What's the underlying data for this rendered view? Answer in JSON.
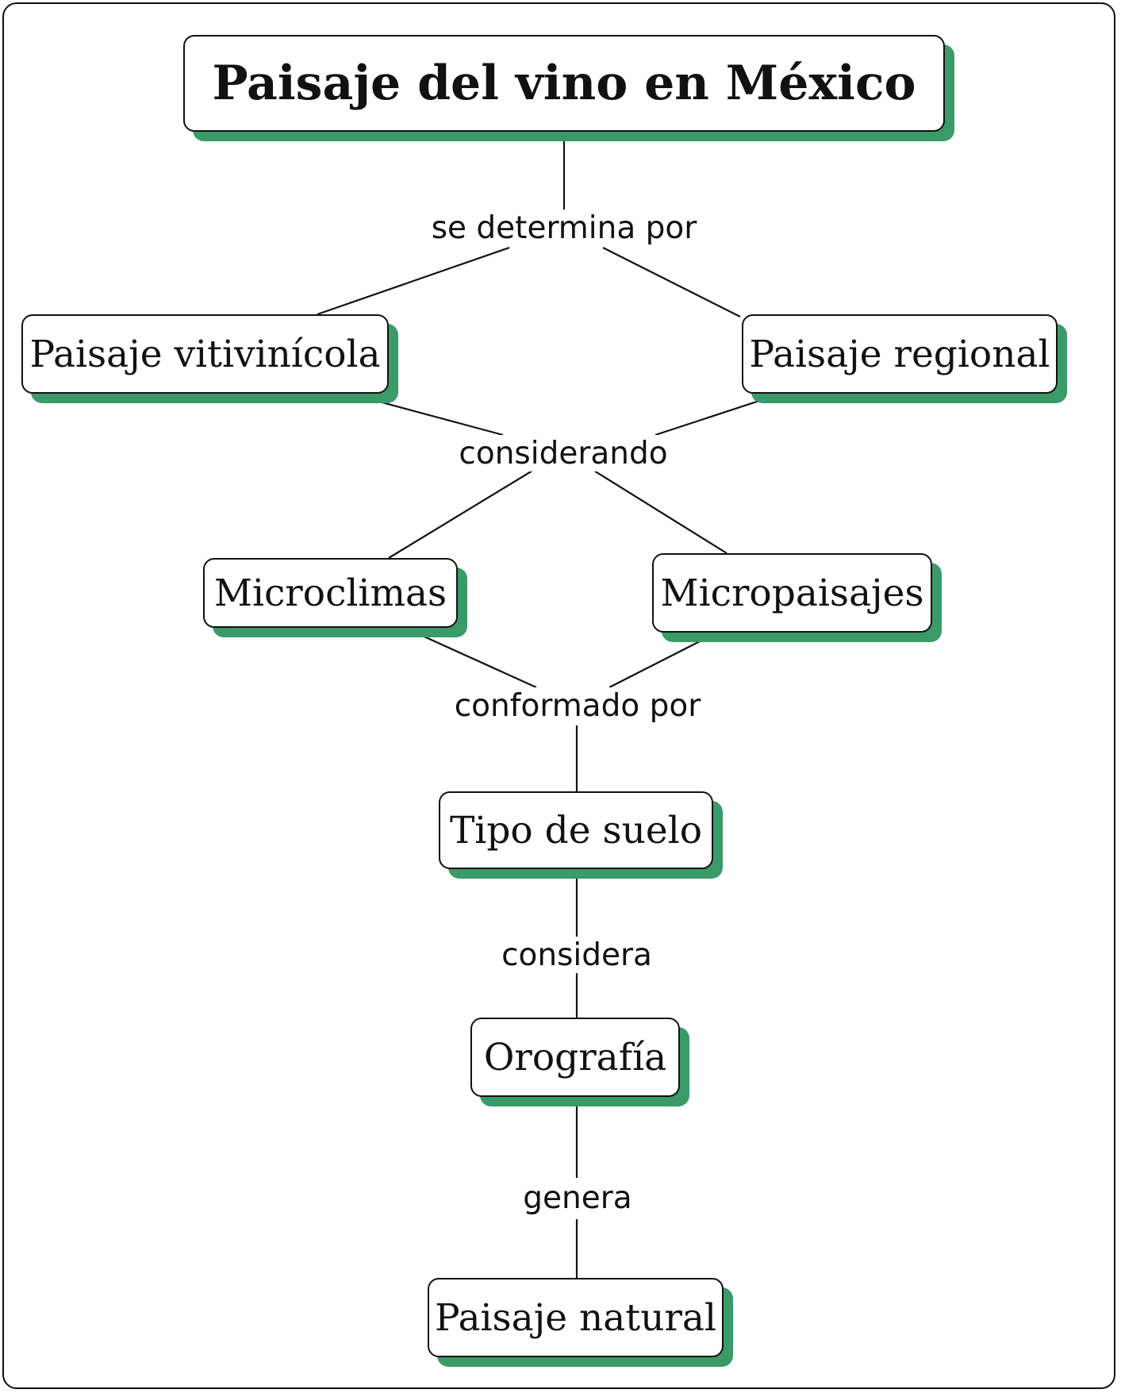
{
  "title": "Paisaje del vino en México",
  "nodes": {
    "vitivinicola": "Paisaje vitivinícola",
    "regional": "Paisaje regional",
    "microclimas": "Microclimas",
    "micropaisajes": "Micropaisajes",
    "tipo_suelo": "Tipo de suelo",
    "orografia": "Orografía",
    "natural": "Paisaje natural"
  },
  "links": {
    "se_determina": "se determina por",
    "considerando": "considerando",
    "conformado": "conformado por",
    "considera": "considera",
    "genera": "genera"
  },
  "colors": {
    "shadow": "#3a9a68",
    "stroke": "#111111"
  }
}
